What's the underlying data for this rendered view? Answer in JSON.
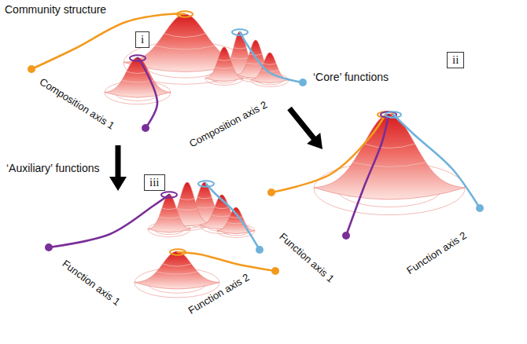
{
  "diagram": {
    "nodes": [
      {
        "text": [
          "Community structure",
          "Composition axis 1",
          "Composition axis 2"
        ]
      },
      {
        "text": [
          "i"
        ]
      },
      {
        "text": [
          "‘Core’ functions",
          "Function axis 1",
          "Function axis 2"
        ]
      },
      {
        "text": [
          "ii"
        ]
      },
      {
        "text": [
          "‘Auxiliary’ functions",
          "Function axis 1",
          "Function axis 2"
        ]
      },
      {
        "text": [
          "iii"
        ]
      }
    ],
    "edges": [
      {
        "from": 0,
        "to": 2,
        "arrow": "to"
      },
      {
        "from": 0,
        "to": 4,
        "arrow": "to"
      }
    ]
  }
}
